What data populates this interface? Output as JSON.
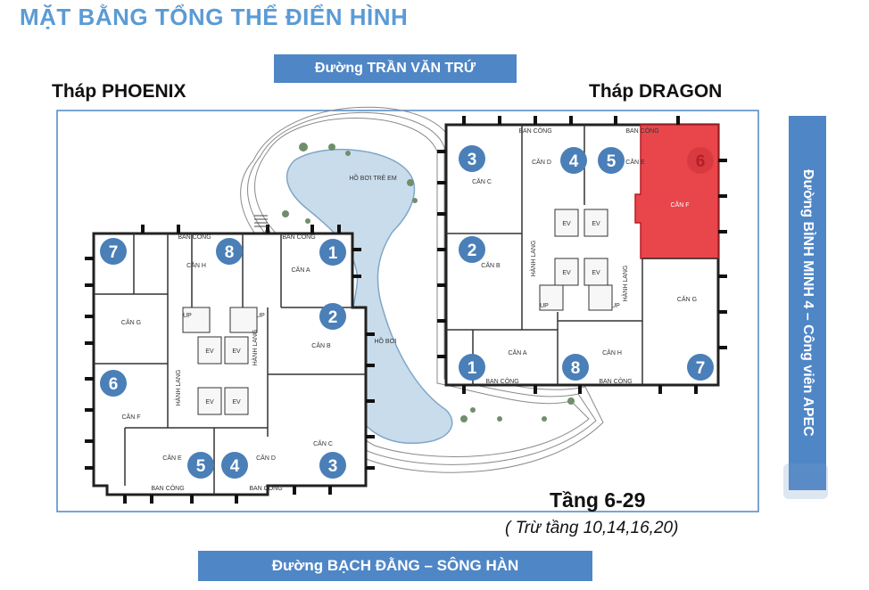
{
  "title": "MẶT BẰNG TỔNG THỂ ĐIỂN HÌNH",
  "roads": {
    "top": "Đường TRẦN VĂN TRỨ",
    "bottom": "Đường BẠCH ĐẰNG – SÔNG HÀN",
    "right": "Đường BÌNH MINH 4 – Công viên APEC"
  },
  "towers": {
    "phoenix": "Tháp PHOENIX",
    "dragon": "Tháp DRAGON"
  },
  "floor": {
    "label": "Tầng 6-29",
    "note": "( Trừ tầng 10,14,16,20)"
  },
  "pool": {
    "kids": "HỒ BƠI TRẺ EM",
    "main": "HỒ BƠI"
  },
  "labels": {
    "balcony": "BAN CÔNG",
    "corridor": "HÀNH LANG",
    "ev": "EV",
    "up": "UP"
  },
  "phoenix_units": [
    {
      "num": "1",
      "name": "CĂN A"
    },
    {
      "num": "2",
      "name": "CĂN B"
    },
    {
      "num": "3",
      "name": "CĂN C"
    },
    {
      "num": "4",
      "name": "CĂN D"
    },
    {
      "num": "5",
      "name": "CĂN E"
    },
    {
      "num": "6",
      "name": "CĂN F"
    },
    {
      "num": "7",
      "name": "CĂN G"
    },
    {
      "num": "8",
      "name": "CĂN H"
    }
  ],
  "dragon_units": [
    {
      "num": "1",
      "name": "CĂN A"
    },
    {
      "num": "2",
      "name": "CĂN B"
    },
    {
      "num": "3",
      "name": "CĂN C"
    },
    {
      "num": "4",
      "name": "CĂN D"
    },
    {
      "num": "5",
      "name": "CĂN E"
    },
    {
      "num": "6",
      "name": "CĂN F",
      "highlighted": true
    },
    {
      "num": "7",
      "name": "CĂN G"
    },
    {
      "num": "8",
      "name": "CĂN H"
    }
  ],
  "colors": {
    "accent": "#4f86c6",
    "title": "#5b9bd5",
    "badge": "#4a7fb8",
    "highlight": "#e8464b",
    "pool": "#c9dceb"
  }
}
